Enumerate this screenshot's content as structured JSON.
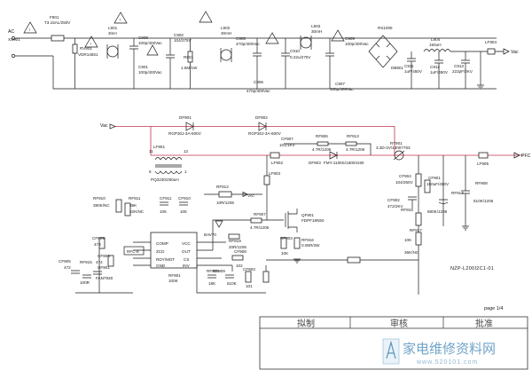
{
  "schematic": {
    "drawing_id": "NZP-L200I2C1-01",
    "page": "page 1/4",
    "title_block": {
      "draw": "拟制",
      "review": "审核",
      "approve": "批准"
    },
    "watermark": {
      "cn": "家电维修资料网",
      "url": "www.520101.com"
    },
    "nets": {
      "ac_in": "AC",
      "ac_conn": "XS901",
      "vac": "Vac",
      "pfc": "PFC",
      "vcc": "Vcc"
    },
    "components": [
      {
        "ref": "F901",
        "value": "T3.15AL/250V"
      },
      {
        "ref": "RV901",
        "value": "VDR14561"
      },
      {
        "ref": "L901",
        "value": "3mH"
      },
      {
        "ref": "C908",
        "value": "100p/400Vac"
      },
      {
        "ref": "C901",
        "value": "100p/400Vac"
      },
      {
        "ref": "C902",
        "value": "104/275V"
      },
      {
        "ref": "R901",
        "value": "1.5M/1W"
      },
      {
        "ref": "L902",
        "value": "30mH"
      },
      {
        "ref": "C905",
        "value": "470p/400Vac"
      },
      {
        "ref": "C906",
        "value": "470p/400Vac"
      },
      {
        "ref": "C910",
        "value": "0.22u/275V"
      },
      {
        "ref": "L903",
        "value": "30mH"
      },
      {
        "ref": "C909",
        "value": "100p/400Vac"
      },
      {
        "ref": "C907",
        "value": "100p/400Vac"
      },
      {
        "ref": "RS1005",
        "value": ""
      },
      {
        "ref": "DB901",
        "value": ""
      },
      {
        "ref": "C911",
        "value": "1uF/450V"
      },
      {
        "ref": "L904",
        "value": "150uH"
      },
      {
        "ref": "C912",
        "value": "1uF/450V"
      },
      {
        "ref": "C913",
        "value": "222pF/2KV"
      },
      {
        "ref": "LF904",
        "value": ""
      },
      {
        "ref": "DF901",
        "value": "RGP30J-3A-600V"
      },
      {
        "ref": "DF902",
        "value": "RGP30J-3A-600V"
      },
      {
        "ref": "LF901",
        "value": "PQ3230/250uH"
      },
      {
        "ref": "RF906",
        "value": "4.7R/1206"
      },
      {
        "ref": "RF913",
        "value": "4.7R/1206"
      },
      {
        "ref": "CF907",
        "value": "101/1KV"
      },
      {
        "ref": "LF902",
        "value": ""
      },
      {
        "ref": "DF903",
        "value": "FMY-1106S/16003190"
      },
      {
        "ref": "RT901",
        "value": "3.3D-2V/13007763"
      },
      {
        "ref": "LF905",
        "value": ""
      },
      {
        "ref": "LF903",
        "value": ""
      },
      {
        "ref": "RF912",
        "value": "10R/1206"
      },
      {
        "ref": "RF910",
        "value": "390K/NC"
      },
      {
        "ref": "RF911",
        "value": "39K"
      },
      {
        "ref": "CF911",
        "value": "105"
      },
      {
        "ref": "CF910",
        "value": "105"
      },
      {
        "ref": "RF907",
        "value": "4.7R/1206"
      },
      {
        "ref": "QF901",
        "value": "FDPF18N50"
      },
      {
        "ref": "BAV70",
        "value": ""
      },
      {
        "ref": "RF919",
        "value": "20R/1206"
      },
      {
        "ref": "RF903",
        "value": "10K"
      },
      {
        "ref": "RF916",
        "value": "0.05R/3W"
      },
      {
        "ref": "RF902",
        "value": "100K/1206"
      },
      {
        "ref": "RF904",
        "value": "680K/1206"
      },
      {
        "ref": "CF904",
        "value": "104/250V"
      },
      {
        "ref": "CF901",
        "value": "150uF/450V"
      },
      {
        "ref": "CF902",
        "value": "472/2KV"
      },
      {
        "ref": "RF914",
        "value": "680K/1206"
      },
      {
        "ref": "RF908",
        "value": "510K/1206"
      },
      {
        "ref": "RF918",
        "value": "10K"
      },
      {
        "ref": "RF917",
        "value": "36K/NC"
      },
      {
        "ref": "CF909",
        "value": "473"
      },
      {
        "ref": "CF906",
        "value": "474"
      },
      {
        "ref": "CF905",
        "value": "472"
      },
      {
        "ref": "RF915",
        "value": "100R"
      },
      {
        "ref": "UF901",
        "value": "FAN7930"
      },
      {
        "ref": "CF903",
        "value": "101"
      },
      {
        "ref": "CF908",
        "value": "102"
      },
      {
        "ref": "RF901",
        "value": "100K"
      },
      {
        "ref": "RF905",
        "value": "18K"
      },
      {
        "ref": "RF909",
        "value": "510K"
      }
    ],
    "ic_pins": {
      "p1": "COMP",
      "p2": "ZCD",
      "p3": "RDY/MOT",
      "p4": "GND",
      "p5": "VCC",
      "p6": "OUT",
      "p7": "CS",
      "p8": "INV"
    },
    "ic_pin_numbers": [
      "1",
      "2",
      "3",
      "4",
      "5",
      "6",
      "7",
      "8"
    ],
    "notes": {
      "rfc_label": "RFC-8",
      "rf911_note": "22K/NC",
      "transformer_pins": [
        "11",
        "12",
        "6",
        "1"
      ]
    }
  }
}
